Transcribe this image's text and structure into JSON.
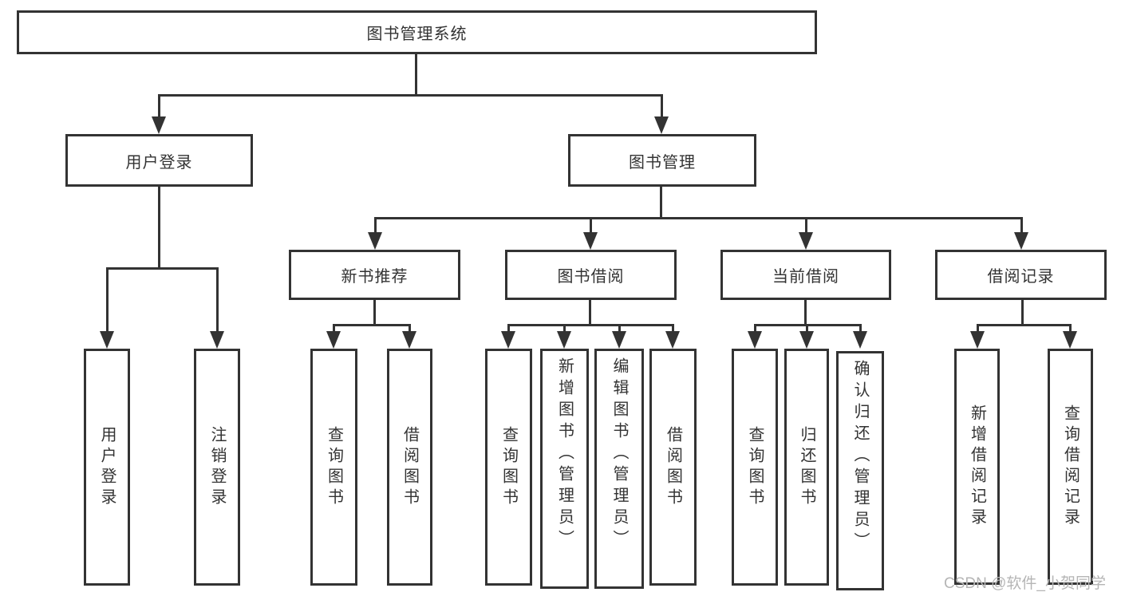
{
  "diagram": {
    "root": "图书管理系统",
    "branches": {
      "user_login": "用户登录",
      "book_management": "图书管理"
    },
    "modules": {
      "new_book_recommend": "新书推荐",
      "book_borrow": "图书借阅",
      "current_borrow": "当前借阅",
      "borrow_record": "借阅记录"
    },
    "functions": {
      "user_login": "用户登录",
      "logout": "注销登录",
      "rec_query_book": "查询图书",
      "rec_borrow_book": "借阅图书",
      "bb_query_book": "查询图书",
      "bb_add_book": "新增图书（管理员）",
      "bb_edit_book": "编辑图书（管理员）",
      "bb_borrow_book": "借阅图书",
      "cb_query_book": "查询图书",
      "cb_return_book": "归还图书",
      "cb_confirm_return": "确认归还（管理员）",
      "br_add_record": "新增借阅记录",
      "br_query_record": "查询借阅记录"
    },
    "colors": {
      "line": "#333333",
      "box_background": "#ffffff",
      "text": "#333333",
      "watermark": "#b5b5b5"
    }
  },
  "watermark": "CSDN @软件_小贺同学"
}
